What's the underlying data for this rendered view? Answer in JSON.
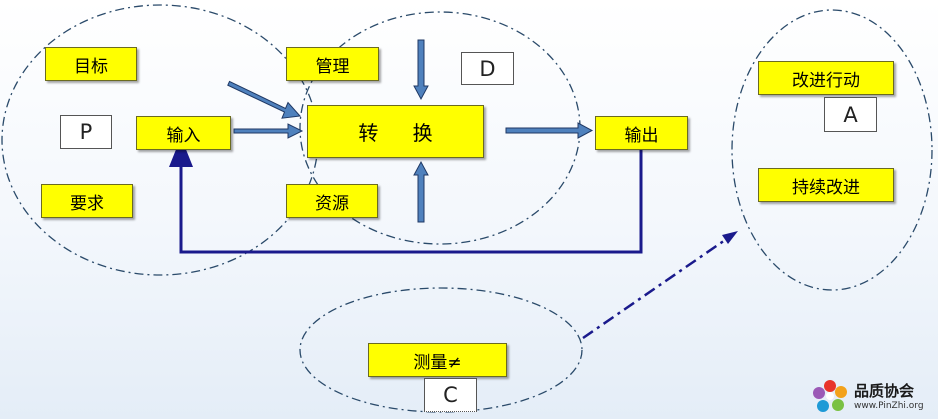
{
  "boxes": {
    "goal": "目标",
    "requirement": "要求",
    "input": "输入",
    "management": "管理",
    "transform": "转 换",
    "resource": "资源",
    "output": "输出",
    "measure": "测量≠",
    "improve_action": "改进行动",
    "continuous_improve": "持续改进"
  },
  "tags": {
    "p": "P",
    "d": "D",
    "c": "C",
    "a": "A"
  },
  "logo": {
    "title": "品质协会",
    "url": "www.PinZhi.org"
  },
  "colors": {
    "box_fill": "#ffff00",
    "block_arrow": "#4f81bd",
    "feedback_line": "#1a1a8c",
    "ellipse_outline": "#2a4a6a"
  }
}
